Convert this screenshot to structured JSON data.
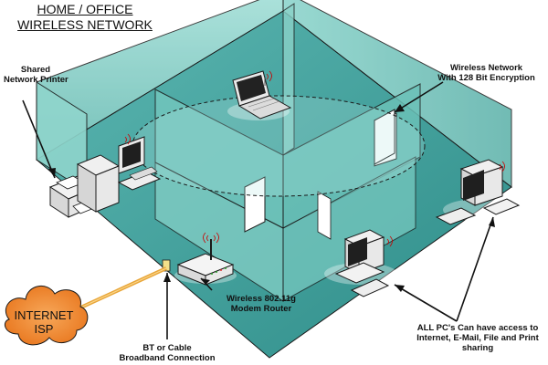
{
  "title": {
    "line1": "HOME / OFFICE",
    "line2": "WIRELESS NETWORK"
  },
  "labels": {
    "printer_line1": "Shared",
    "printer_line2": "Network Printer",
    "wireless_line1": "Wireless Network",
    "wireless_line2": "With 128 Bit Encryption",
    "router_line1": "Wireless 802.11g",
    "router_line2": "Modem Router",
    "isp_line1": "INTERNET",
    "isp_line2": "ISP",
    "connection_line1": "BT or Cable",
    "connection_line2": "Broadband Connection",
    "access_line1": "ALL PC's Can have access to",
    "access_line2": "Internet, E-Mail, File and Print",
    "access_line3": "sharing"
  },
  "colors": {
    "wall": "#7ccdc4",
    "wall_dark": "#4fa9a1",
    "floor": "#3f9c98",
    "floor_light": "#6ec2bd",
    "cloud": "#f08a2c",
    "cable": "#e8a63a",
    "outline": "#1a1a1a"
  },
  "icons": [
    "laptop-icon",
    "printer-icon",
    "desktop-pc-icon",
    "router-icon",
    "cloud-icon",
    "wifi-antenna-icon"
  ]
}
